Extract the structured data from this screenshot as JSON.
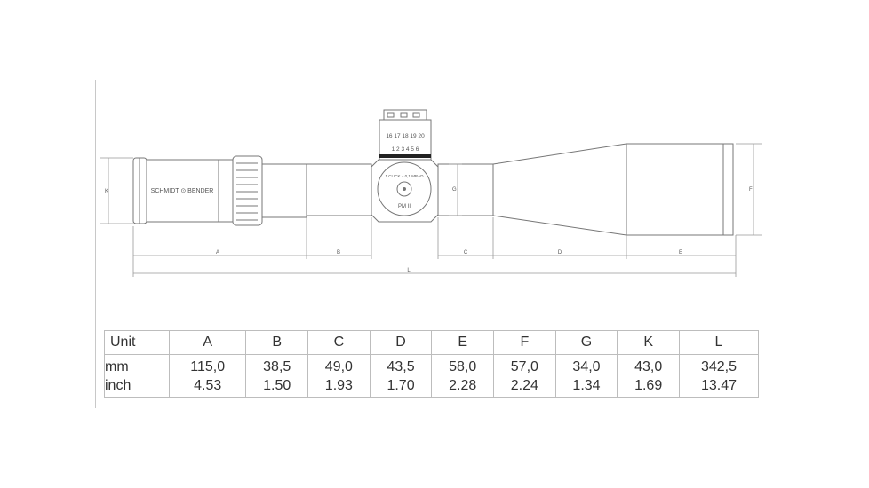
{
  "drawing": {
    "brand": "SCHMIDT ⊙ BENDER",
    "turret_click": "1 CLICK = 0,1 MRAD",
    "turret_model": "PM II",
    "turret_scale_top": "16 17 18 19 20",
    "turret_scale_bottom": "1 2 3 4 5 6",
    "dimension_labels": {
      "A": "A",
      "B": "B",
      "C": "C",
      "D": "D",
      "E": "E",
      "F": "F",
      "G": "G",
      "K": "K",
      "L": "L"
    }
  },
  "table": {
    "headers": [
      "Unit",
      "A",
      "B",
      "C",
      "D",
      "E",
      "F",
      "G",
      "K",
      "L"
    ],
    "rows": [
      {
        "unit": "mm",
        "values": [
          "115,0",
          "38,5",
          "49,0",
          "43,5",
          "58,0",
          "57,0",
          "34,0",
          "43,0",
          "342,5"
        ]
      },
      {
        "unit": "inch",
        "values": [
          "4.53",
          "1.50",
          "1.93",
          "1.70",
          "2.28",
          "2.24",
          "1.34",
          "1.69",
          "13.47"
        ]
      }
    ]
  },
  "colors": {
    "line": "#777777",
    "border": "#bdbdbd",
    "text": "#333333"
  }
}
